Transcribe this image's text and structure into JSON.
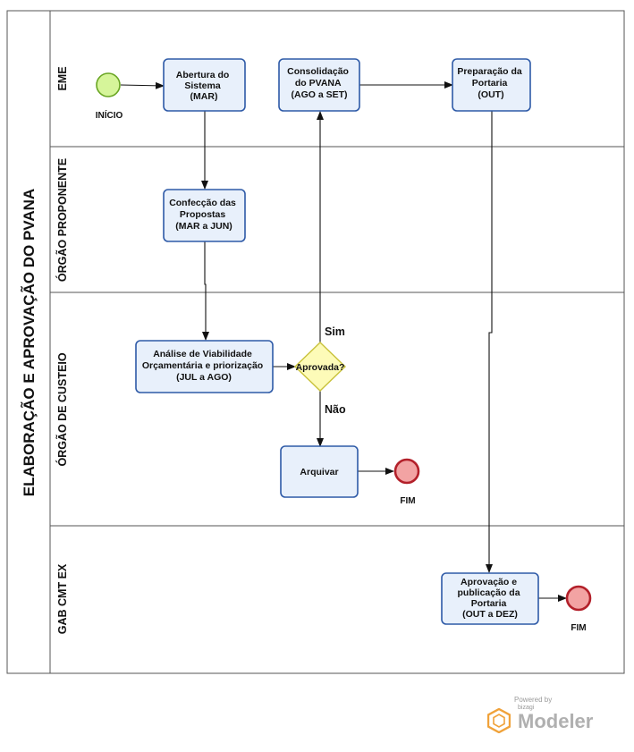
{
  "pool": {
    "label": "ELABORAÇÃO E APROVAÇÃO DO PVANA"
  },
  "lanes": [
    {
      "label": "EME"
    },
    {
      "label": "ÓRGÃO  PROPONENTE"
    },
    {
      "label": "ÓRGÃO DE CUSTEIO"
    },
    {
      "label": "GAB CMT EX"
    }
  ],
  "events": {
    "start": "INÍCIO",
    "end1": "FIM",
    "end2": "FIM"
  },
  "tasks": {
    "abertura": [
      "Abertura do",
      "Sistema",
      "(MAR)"
    ],
    "consolidacao": [
      "Consolidação",
      "do PVANA",
      "(AGO a SET)"
    ],
    "preparacao": [
      "Preparação da",
      "Portaria",
      "(OUT)"
    ],
    "confeccao": [
      "Confecção das",
      "Propostas",
      "(MAR a JUN)"
    ],
    "analise": [
      "Análise de Viabilidade",
      "Orçamentária e priorização",
      "(JUL a AGO)"
    ],
    "arquivar": [
      "Arquivar"
    ],
    "aprovacao": [
      "Aprovação e",
      "publicação da",
      "Portaria",
      "(OUT a DEZ)"
    ]
  },
  "gateway": {
    "label": "Aprovada?"
  },
  "flow_labels": {
    "yes": "Sim",
    "no": "Não"
  },
  "branding": {
    "powered": "Powered by",
    "vendor": "bizagi",
    "product": "Modeler"
  },
  "colors": {
    "task_fill": "#e8f0fb",
    "task_stroke": "#2e5aa7",
    "start_fill": "#d6f59a",
    "start_stroke": "#6aa624",
    "end_fill": "#f2a3a3",
    "end_stroke": "#b3202a",
    "gateway_fill": "#fdfbb8",
    "gateway_stroke": "#c9c23c"
  }
}
